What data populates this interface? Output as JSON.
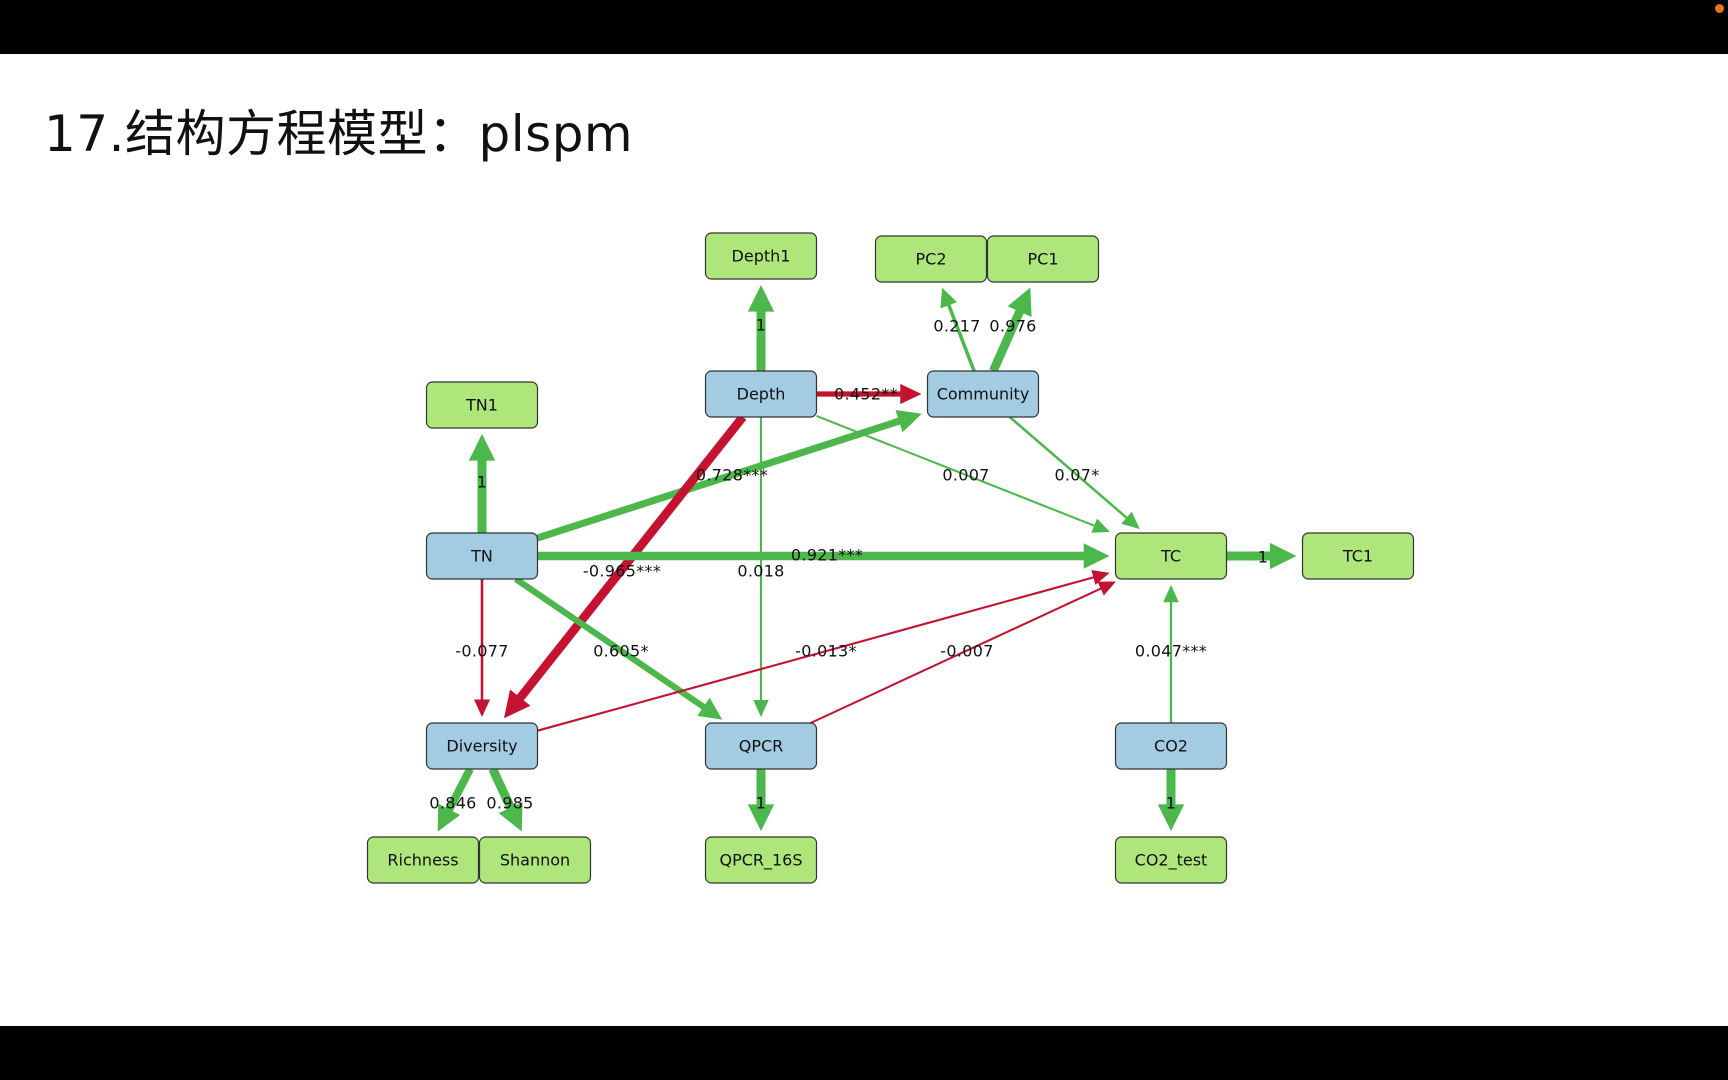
{
  "slide": {
    "title": "17.结构方程模型：plspm"
  },
  "colors": {
    "latent_fill": "#a3cbe1",
    "manifest_fill": "#aee67c",
    "positive_path": "#4cb84c",
    "negative_path": "#c41230",
    "frame_bar": "#000000",
    "indicator_dot": "#e8731d"
  },
  "diagram": {
    "nodes": [
      {
        "id": "TN1",
        "label": "TN1",
        "kind": "manifest"
      },
      {
        "id": "TN",
        "label": "TN",
        "kind": "latent"
      },
      {
        "id": "Depth1",
        "label": "Depth1",
        "kind": "manifest"
      },
      {
        "id": "Depth",
        "label": "Depth",
        "kind": "latent"
      },
      {
        "id": "PC2",
        "label": "PC2",
        "kind": "manifest"
      },
      {
        "id": "PC1",
        "label": "PC1",
        "kind": "manifest"
      },
      {
        "id": "Community",
        "label": "Community",
        "kind": "latent"
      },
      {
        "id": "TC",
        "label": "TC",
        "kind": "manifest"
      },
      {
        "id": "TC1",
        "label": "TC1",
        "kind": "manifest"
      },
      {
        "id": "Diversity",
        "label": "Diversity",
        "kind": "latent"
      },
      {
        "id": "QPCR",
        "label": "QPCR",
        "kind": "latent"
      },
      {
        "id": "CO2",
        "label": "CO2",
        "kind": "latent"
      },
      {
        "id": "Richness",
        "label": "Richness",
        "kind": "manifest"
      },
      {
        "id": "Shannon",
        "label": "Shannon",
        "kind": "manifest"
      },
      {
        "id": "QPCR_16S",
        "label": "QPCR_16S",
        "kind": "manifest"
      },
      {
        "id": "CO2_test",
        "label": "CO2_test",
        "kind": "manifest"
      }
    ],
    "edges": [
      {
        "from": "TN",
        "to": "TN1",
        "label": "1",
        "sign": "positive",
        "strength": 1.0
      },
      {
        "from": "Depth",
        "to": "Depth1",
        "label": "1",
        "sign": "positive",
        "strength": 1.0
      },
      {
        "from": "Community",
        "to": "PC2",
        "label": "0.217",
        "sign": "positive",
        "strength": 0.217
      },
      {
        "from": "Community",
        "to": "PC1",
        "label": "0.976",
        "sign": "positive",
        "strength": 0.976
      },
      {
        "from": "Depth",
        "to": "Community",
        "label": "0.452**",
        "sign": "negative",
        "strength": 0.452
      },
      {
        "from": "TN",
        "to": "Community",
        "label": "0.728***",
        "sign": "positive",
        "strength": 0.728
      },
      {
        "from": "Depth",
        "to": "Diversity",
        "label": "-0.965***",
        "sign": "negative",
        "strength": 0.965
      },
      {
        "from": "Depth",
        "to": "QPCR",
        "label": "0.018",
        "sign": "positive",
        "strength": 0.018
      },
      {
        "from": "Depth",
        "to": "TC",
        "label": "0.007",
        "sign": "positive",
        "strength": 0.007
      },
      {
        "from": "Community",
        "to": "TC",
        "label": "0.07*",
        "sign": "positive",
        "strength": 0.07
      },
      {
        "from": "TN",
        "to": "TC",
        "label": "0.921***",
        "sign": "positive",
        "strength": 0.921
      },
      {
        "from": "TC",
        "to": "TC1",
        "label": "1",
        "sign": "positive",
        "strength": 1.0
      },
      {
        "from": "TN",
        "to": "Diversity",
        "label": "-0.077",
        "sign": "negative",
        "strength": 0.077
      },
      {
        "from": "TN",
        "to": "QPCR",
        "label": "0.605*",
        "sign": "positive",
        "strength": 0.605
      },
      {
        "from": "Diversity",
        "to": "TC",
        "label": "-0.013*",
        "sign": "negative",
        "strength": 0.013
      },
      {
        "from": "QPCR",
        "to": "TC",
        "label": "-0.007",
        "sign": "negative",
        "strength": 0.007
      },
      {
        "from": "CO2",
        "to": "TC",
        "label": "0.047***",
        "sign": "positive",
        "strength": 0.047
      },
      {
        "from": "Diversity",
        "to": "Richness",
        "label": "0.846",
        "sign": "positive",
        "strength": 0.846
      },
      {
        "from": "Diversity",
        "to": "Shannon",
        "label": "0.985",
        "sign": "positive",
        "strength": 0.985
      },
      {
        "from": "QPCR",
        "to": "QPCR_16S",
        "label": "1",
        "sign": "positive",
        "strength": 1.0
      },
      {
        "from": "CO2",
        "to": "CO2_test",
        "label": "1",
        "sign": "positive",
        "strength": 1.0
      }
    ]
  }
}
